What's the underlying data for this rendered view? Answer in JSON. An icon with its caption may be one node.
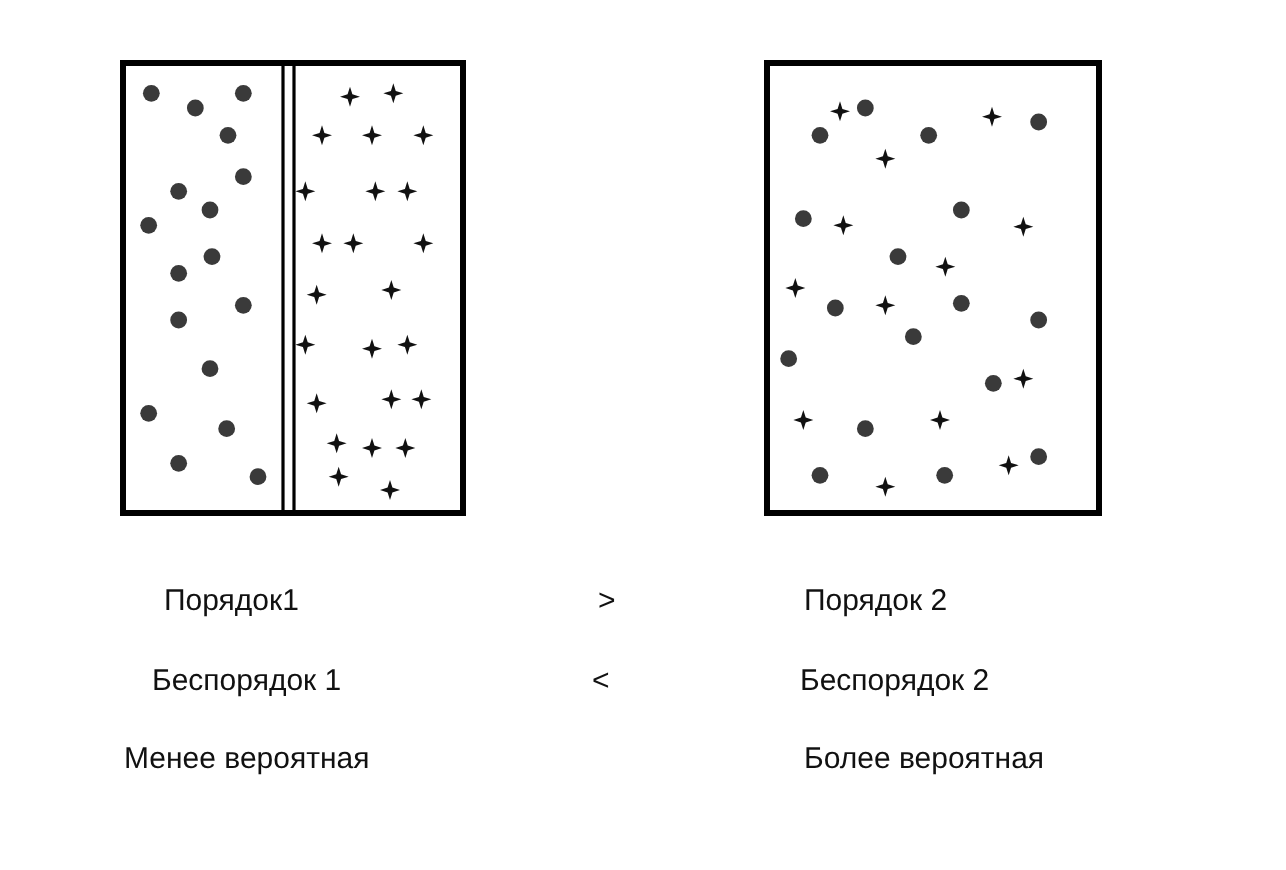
{
  "diagram": {
    "labels": [
      "Порядок1",
      ">",
      "Порядок 2",
      "Беспорядок 1",
      "<",
      "Беспорядок 2",
      "Менее вероятная",
      "Более вероятная"
    ]
  }
}
